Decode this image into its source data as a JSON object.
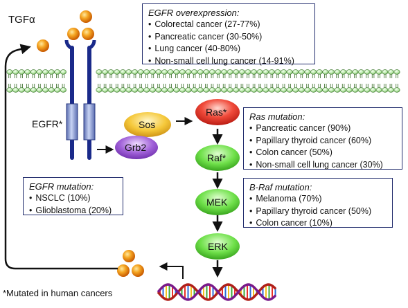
{
  "labels": {
    "ligand": "TGFα",
    "receptor": "EGFR*",
    "footnote": "*Mutated in human cancers"
  },
  "nodes": {
    "sos": "Sos",
    "grb2": "Grb2",
    "ras": "Ras*",
    "raf": "Raf*",
    "mek": "MEK",
    "erk": "ERK"
  },
  "boxes": {
    "egfr_overexpression": {
      "title": "EGFR overexpression:",
      "items": [
        "Colorectal cancer (27-77%)",
        "Pancreatic cancer (30-50%)",
        "Lung cancer (40-80%)",
        "Non-small cell lung cancer (14-91%)"
      ]
    },
    "ras_mutation": {
      "title": "Ras mutation:",
      "items": [
        "Pancreatic cancer (90%)",
        "Papillary thyroid cancer (60%)",
        "Colon cancer (50%)",
        "Non-small cell lung cancer (30%)"
      ]
    },
    "braf_mutation": {
      "title": "B-Raf mutation:",
      "items": [
        "Melanoma (70%)",
        "Papillary thyroid cancer (50%)",
        "Colon cancer (10%)"
      ]
    },
    "egfr_mutation": {
      "title": "EGFR mutation:",
      "items": [
        "NSCLC (10%)",
        "Glioblastoma (20%)"
      ]
    }
  },
  "colors": {
    "box_border": "#1f2a6b",
    "receptor": "#8ea0d6",
    "ligand": "#f08c14",
    "sos": "#f2c230",
    "grb2": "#9a5ad0",
    "ras": "#e33a2e",
    "kinase": "#5cd83a"
  }
}
